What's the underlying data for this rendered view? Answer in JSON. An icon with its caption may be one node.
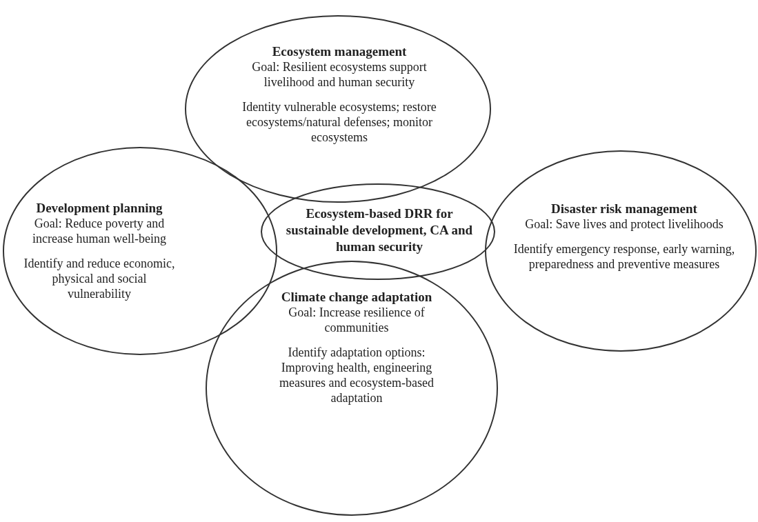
{
  "diagram": {
    "nodes": [
      {
        "text": [
          "Ecosystem management",
          "Goal: Resilient ecosystems support livelihood and human security",
          "Identity vulnerable ecosystems; restore ecosystems/natural defenses; monitor ecosystems"
        ]
      },
      {
        "text": [
          "Development planning",
          "Goal: Reduce poverty and increase human well-being",
          "Identify and reduce economic, physical and social vulnerability"
        ]
      },
      {
        "text": [
          "Ecosystem-based DRR for sustainable development, CA and human security"
        ]
      },
      {
        "text": [
          "Disaster risk management",
          "Goal: Save lives and protect livelihoods",
          "Identify emergency response, early warning, preparedness and preventive measures"
        ]
      },
      {
        "text": [
          "Climate change adaptation",
          "Goal: Increase resilience of communities",
          "Identify adaptation options: Improving health, engineering measures and ecosystem-based adaptation"
        ]
      }
    ],
    "edges": []
  }
}
